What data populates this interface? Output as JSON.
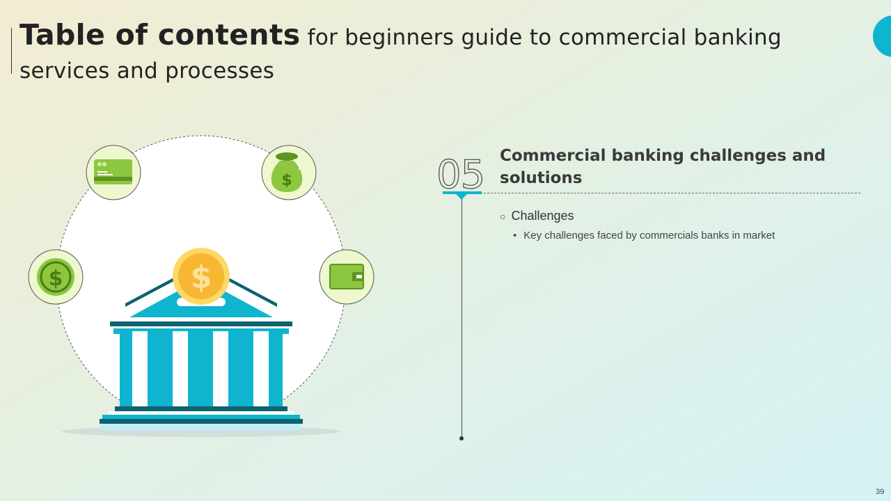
{
  "slide": {
    "title_strong": "Table of contents",
    "title_rest": " for beginners guide to commercial banking services and processes",
    "page_number": "39"
  },
  "section": {
    "number": "05",
    "title": "Commercial banking challenges and solutions",
    "items": [
      {
        "label": "Challenges",
        "bullets": [
          "Key challenges faced by commercials banks in market"
        ]
      }
    ]
  },
  "illustration": {
    "icons": [
      "credit-card-icon",
      "money-bag-icon",
      "dollar-coin-icon",
      "wallet-icon",
      "bank-building-icon"
    ],
    "dollar_glyph": "$",
    "colors": {
      "teal": "#0fb5ce",
      "dark_teal": "#0e6270",
      "green": "#8dc63f",
      "dark_green": "#5d9422",
      "circle_fill": "#edf8cf",
      "coin": "#f7b733",
      "accent": "#0fb5ce"
    }
  }
}
